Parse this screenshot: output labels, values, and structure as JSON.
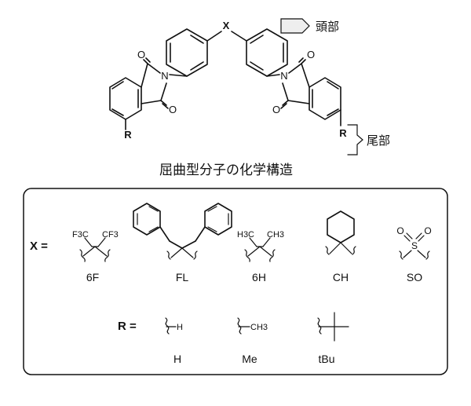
{
  "structure": {
    "linker_atom": "X",
    "carbonyl_oxygen": "O",
    "imide_nitrogen": "N",
    "substituent_atom": "R",
    "head_label": "頭部",
    "tail_label": "尾部",
    "caption": "屈曲型分子の化学構造"
  },
  "legend": {
    "x_prefix": "X =",
    "r_prefix": "R =",
    "x_options": [
      {
        "code": "6F",
        "formula_left": "F3C",
        "formula_right": "CF3"
      },
      {
        "code": "FL"
      },
      {
        "code": "6H",
        "formula_left": "H3C",
        "formula_right": "CH3"
      },
      {
        "code": "CH"
      },
      {
        "code": "SO",
        "atom_s": "S",
        "atom_o": "O"
      }
    ],
    "r_options": [
      {
        "code": "H",
        "formula": "H"
      },
      {
        "code": "Me",
        "formula": "CH3"
      },
      {
        "code": "tBu"
      }
    ]
  },
  "colors": {
    "line": "#111111",
    "bracket_fill": "#eeeeee",
    "background": "#ffffff"
  }
}
